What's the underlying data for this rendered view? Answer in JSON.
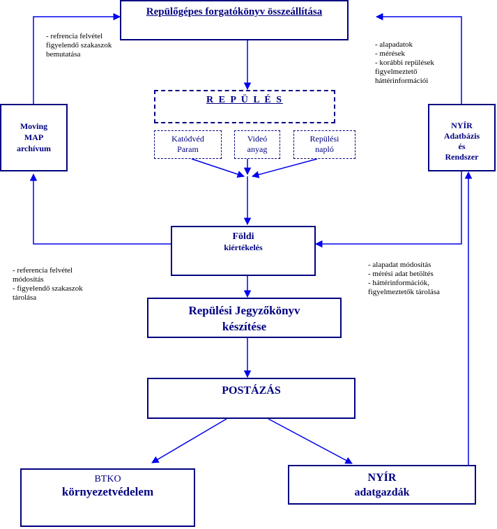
{
  "title_box": {
    "label": "Repülőgépes forgatókönyv összeállítása"
  },
  "flight_box": {
    "label": "R E P Ü L É S"
  },
  "sub_boxes": [
    {
      "line1": "Katódvéd",
      "line2": "Param"
    },
    {
      "line1": "Videó",
      "line2": "anyag"
    },
    {
      "line1": "Repülési",
      "line2": "napló"
    }
  ],
  "left_box": {
    "line1": "Moving",
    "line2": "MAP",
    "line3": "archívum"
  },
  "right_box": {
    "line1": "NYÍR",
    "line2": "Adatbázis",
    "line3": "és",
    "line4": "Rendszer"
  },
  "ground_box": {
    "line1": "Földi",
    "line2": "kiértékelés"
  },
  "report_box": {
    "line1": "Repülési Jegyzőkönyv",
    "line2": "készítése"
  },
  "mail_box": {
    "label": "POSTÁZÁS"
  },
  "btko_box": {
    "line1": "BTKO",
    "line2": "környezetvédelem"
  },
  "nyir_box": {
    "line1": "NYÍR",
    "line2": "adatgazdák"
  },
  "notes": {
    "top_left": "- refrencia felvétel\nfigyelendő szakaszok\nbemutatása",
    "top_right": "- alapadatok\n- mérések\n- korábbi repülések\nfigyelmeztető\nháttérinformációi",
    "mid_left": "- referencia felvétel\nmódosítás\n- figyelendő szakaszok\ntárolása",
    "mid_right": "- alapadat módosítás\n- mérési adat betöltés\n- háttérinformációk,\nfigyelmeztetők tárolása"
  },
  "colors": {
    "box_border": "#000080",
    "arrow": "#0000ee",
    "text": "#000080"
  }
}
